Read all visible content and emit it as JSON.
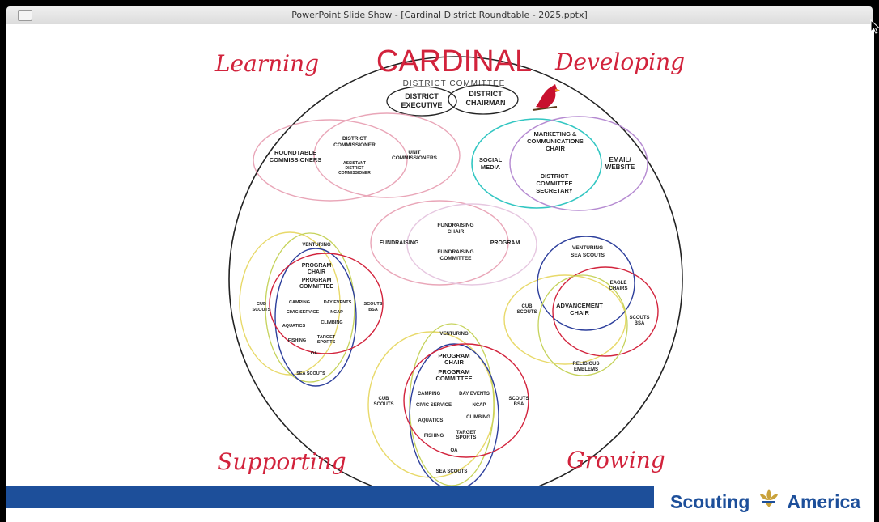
{
  "window": {
    "title": "PowerPoint Slide Show - [Cardinal District Roundtable - 2025.pptx]"
  },
  "slide": {
    "corners": {
      "top_left": "Learning",
      "top_right": "Developing",
      "bottom_left": "Supporting",
      "bottom_right": "Growing"
    },
    "header": {
      "title": "CARDINAL",
      "subtitle": "DISTRICT COMMITTEE",
      "district_executive": [
        "DISTRICT",
        "EXECUTIVE"
      ],
      "district_chairman": [
        "DISTRICT",
        "CHAIRMAN"
      ]
    },
    "commissioners": {
      "roundtable": [
        "ROUNDTABLE",
        "COMMISSIONERS"
      ],
      "district_commissioner": [
        "DISTRICT",
        "COMMISSIONER"
      ],
      "assistant": [
        "ASSISTANT",
        "DISTRICT",
        "COMMISSIONER"
      ],
      "unit": [
        "UNIT",
        "COMMISSIONERS"
      ]
    },
    "marketing": {
      "chair": [
        "MARKETING &",
        "COMMUNICATIONS",
        "CHAIR"
      ],
      "social": [
        "SOCIAL",
        "MEDIA"
      ],
      "email": [
        "EMAIL/",
        "WEBSITE"
      ],
      "secretary": [
        "DISTRICT",
        "COMMITTEE",
        "SECRETARY"
      ]
    },
    "fundraising": {
      "fundraising": "FUNDRAISING",
      "chair": [
        "FUNDRAISING",
        "CHAIR"
      ],
      "committee": [
        "FUNDRAISING",
        "COMMITTEE"
      ],
      "program": "PROGRAM"
    },
    "program_left": {
      "venturing": "VENTURING",
      "chair": [
        "PROGRAM",
        "CHAIR"
      ],
      "committee": [
        "PROGRAM",
        "COMMITTEE"
      ],
      "camping": "CAMPING",
      "day_events": "DAY EVENTS",
      "civic": "CIVIC SERVICE",
      "ncap": "NCAP",
      "aquatics": "AQUATICS",
      "climbing": "CLIMBING",
      "fishing": "FISHING",
      "target": [
        "TARGET",
        "SPORTS"
      ],
      "oa": "OA",
      "sea_scouts": "SEA SCOUTS",
      "cub": [
        "CUB",
        "SCOUTS"
      ],
      "scouts_bsa": [
        "SCOUTS",
        "BSA"
      ]
    },
    "program_bottom": {
      "venturing": "VENTURING",
      "chair": [
        "PROGRAM",
        "CHAIR"
      ],
      "committee": [
        "PROGRAM",
        "COMMITTEE"
      ],
      "camping": "CAMPING",
      "day_events": "DAY EVENTS",
      "civic": "CIVIC SERVICE",
      "ncap": "NCAP",
      "aquatics": "AQUATICS",
      "climbing": "CLIMBING",
      "fishing": "FISHING",
      "target": [
        "TARGET",
        "SPORTS"
      ],
      "oa": "OA",
      "sea_scouts": "SEA SCOUTS",
      "cub": [
        "CUB",
        "SCOUTS"
      ],
      "scouts_bsa": [
        "SCOUTS",
        "BSA"
      ]
    },
    "advancement": {
      "venturing": [
        "VENTURING",
        "SEA SCOUTS"
      ],
      "eagle": [
        "EAGLE",
        "CHAIRS"
      ],
      "chair": [
        "ADVANCEMENT",
        "CHAIR"
      ],
      "cub": [
        "CUB",
        "SCOUTS"
      ],
      "scouts_bsa": [
        "SCOUTS",
        "BSA"
      ],
      "religious": [
        "RELIGIOUS",
        "EMBLEMS"
      ]
    },
    "footer": {
      "brand_left": "Scouting",
      "brand_right": "America"
    }
  },
  "colors": {
    "accent_red": "#d2233c",
    "brand_blue": "#1d4f9a"
  }
}
